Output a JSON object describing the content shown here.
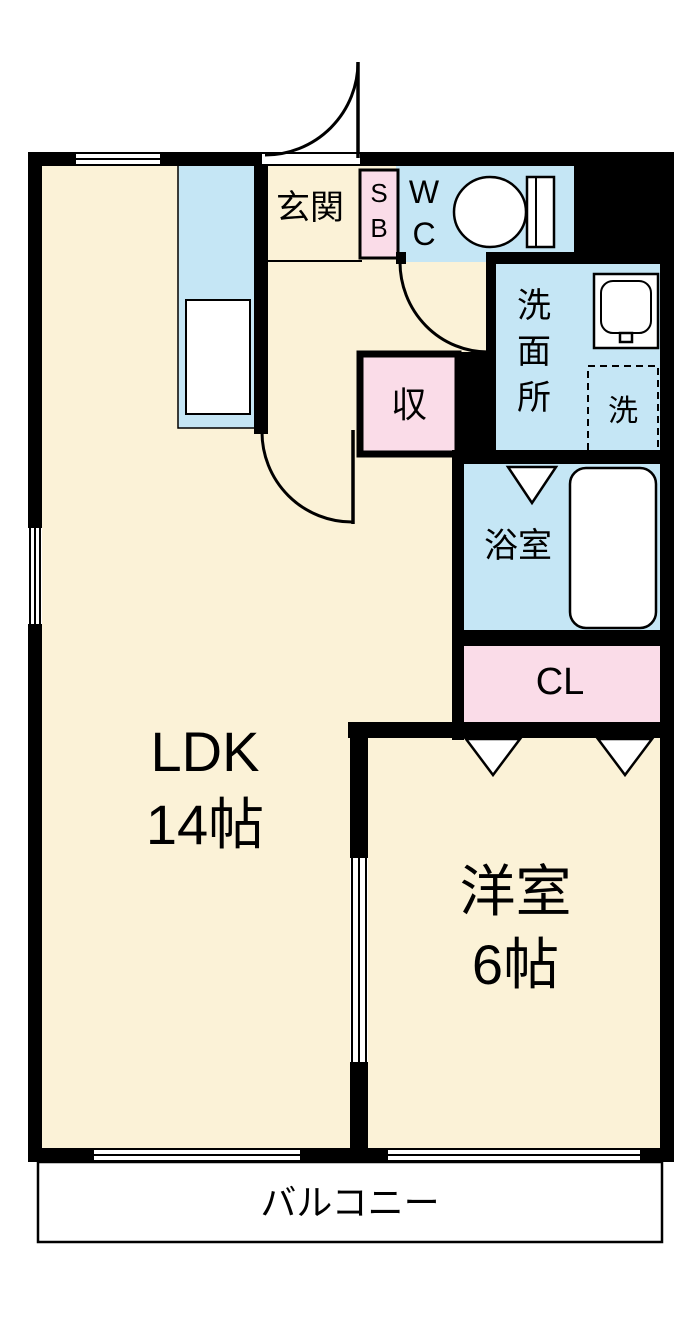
{
  "floorplan": {
    "colors": {
      "room_cream": "#FBF2D7",
      "wet_blue": "#C5E6F5",
      "closet_pink": "#FADCE8",
      "wall_black": "#000000",
      "bg_white": "#FFFFFF"
    },
    "rooms": {
      "entrance": {
        "label": "玄関"
      },
      "shoe_box": {
        "label": "S\nB"
      },
      "toilet": {
        "label": "W\nC"
      },
      "washroom": {
        "label": "洗\n面\n所"
      },
      "laundry": {
        "label": "洗"
      },
      "storage": {
        "label": "収"
      },
      "bathroom": {
        "label": "浴室"
      },
      "closet": {
        "label": "CL"
      },
      "ldk": {
        "label": "LDK\n14帖"
      },
      "western_room": {
        "label": "洋室\n6帖"
      },
      "balcony": {
        "label": "バルコニー"
      }
    }
  }
}
